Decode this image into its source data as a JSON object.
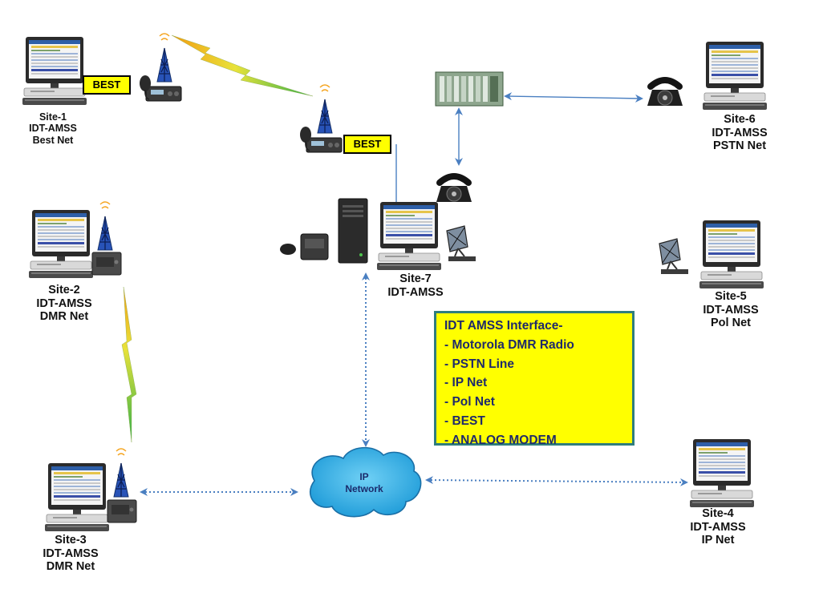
{
  "sites": [
    {
      "id": "site1",
      "lines": [
        "Site-1",
        "IDT-AMSS",
        "Best Net"
      ]
    },
    {
      "id": "site2",
      "lines": [
        "Site-2",
        "IDT-AMSS",
        "DMR Net"
      ]
    },
    {
      "id": "site3",
      "lines": [
        "Site-3",
        "IDT-AMSS",
        "DMR Net"
      ]
    },
    {
      "id": "site4",
      "lines": [
        "Site-4",
        "IDT-AMSS",
        "IP Net"
      ]
    },
    {
      "id": "site5",
      "lines": [
        "Site-5",
        "IDT-AMSS",
        "Pol Net"
      ]
    },
    {
      "id": "site6",
      "lines": [
        "Site-6",
        "IDT-AMSS",
        "PSTN Net"
      ]
    },
    {
      "id": "site7",
      "lines": [
        "Site-7",
        "IDT-AMSS"
      ]
    }
  ],
  "badges": {
    "best_1": "BEST",
    "best_2": "BEST"
  },
  "cloud": {
    "line1": "IP",
    "line2": "Network"
  },
  "interface_box": {
    "title": "IDT AMSS Interface-",
    "items": [
      "- Motorola DMR Radio",
      "- PSTN Line",
      "- IP Net",
      "- Pol Net",
      "- BEST",
      "- ANALOG MODEM"
    ]
  },
  "colors": {
    "box_fill": "#ffff00",
    "cloud_fill": "#3fb4e6",
    "connector": "#4a7fc1",
    "lightning": "#7cc243"
  }
}
